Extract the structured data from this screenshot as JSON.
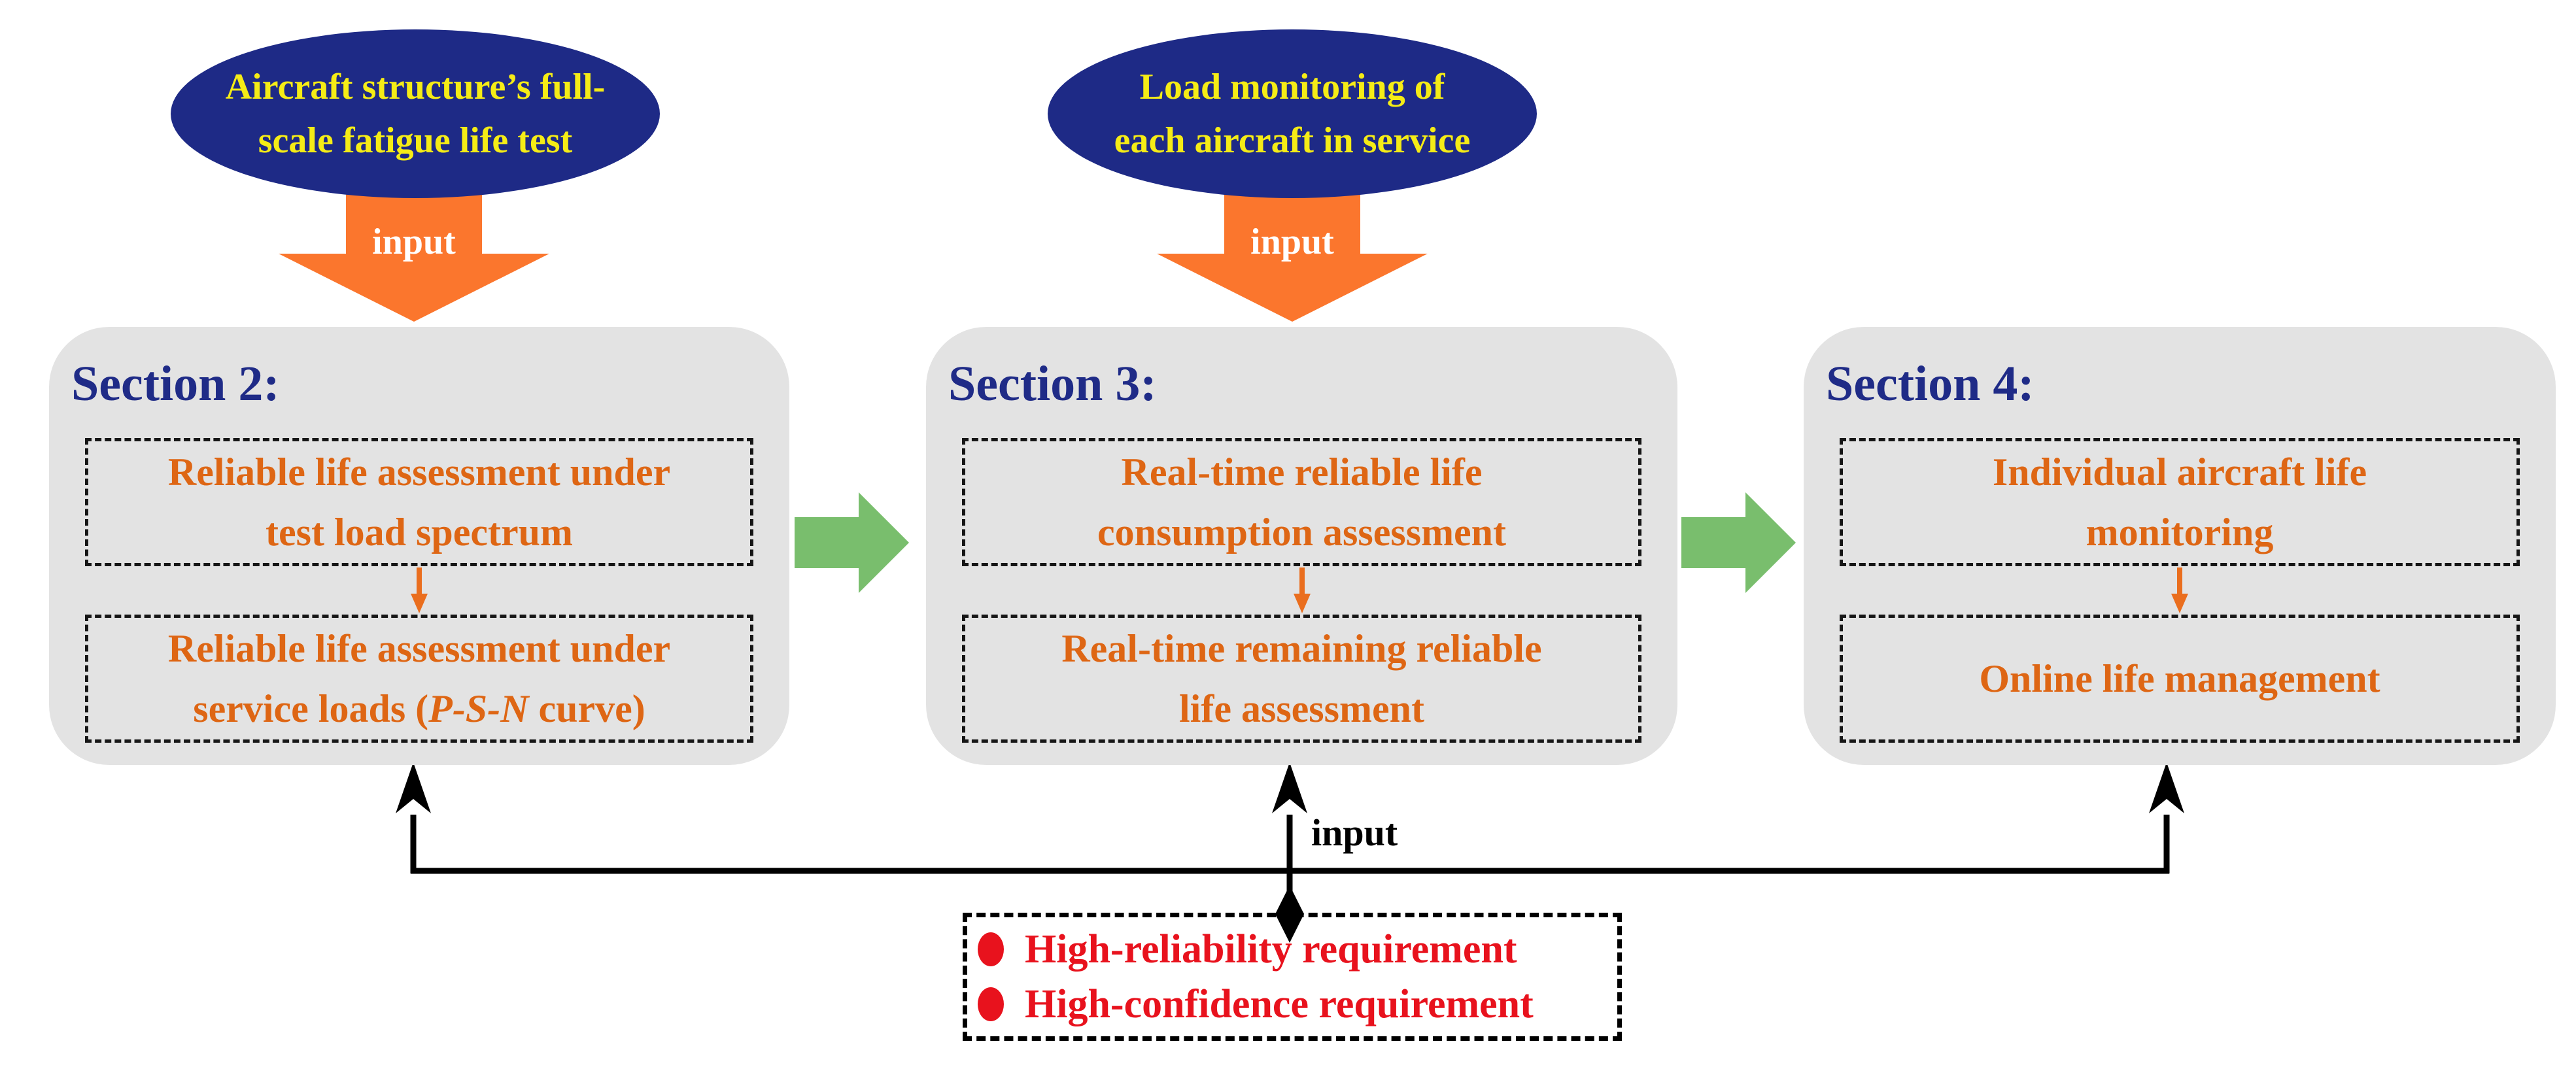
{
  "colors": {
    "ellipse_fill": "#1e2a86",
    "ellipse_text": "#f5ec16",
    "input_arrow_orange": "#fb762d",
    "flow_arrow_green": "#79be6d",
    "section_bg": "#e3e3e3",
    "section_title_blue": "#1f2b87",
    "step_text_orange": "#de6614",
    "requirement_red": "#e8121d",
    "connector_black": "#000000"
  },
  "ellipses": [
    {
      "lines": [
        "Aircraft structure’s full-",
        "scale fatigue life test"
      ]
    },
    {
      "lines": [
        "Load monitoring of",
        "each aircraft in service"
      ]
    }
  ],
  "input_arrows": [
    {
      "label": "input"
    },
    {
      "label": "input"
    }
  ],
  "sections": [
    {
      "title": "Section 2:",
      "boxes": [
        {
          "lines": [
            "Reliable life assessment under",
            "test load spectrum"
          ]
        },
        {
          "line1": "Reliable life assessment under",
          "line2_pre": "service loads (",
          "line2_italic": "P-S-N",
          "line2_post": " curve)"
        }
      ]
    },
    {
      "title": "Section 3:",
      "boxes": [
        {
          "lines": [
            "Real-time reliable life",
            "consumption assessment"
          ]
        },
        {
          "lines": [
            "Real-time remaining reliable",
            "life assessment"
          ]
        }
      ]
    },
    {
      "title": "Section 4:",
      "boxes": [
        {
          "lines": [
            "Individual aircraft life",
            "monitoring"
          ]
        },
        {
          "lines": [
            "Online life management"
          ]
        }
      ]
    }
  ],
  "feedback": {
    "input_label": "input"
  },
  "requirements": {
    "items": [
      "High-reliability requirement",
      "High-confidence requirement"
    ]
  }
}
